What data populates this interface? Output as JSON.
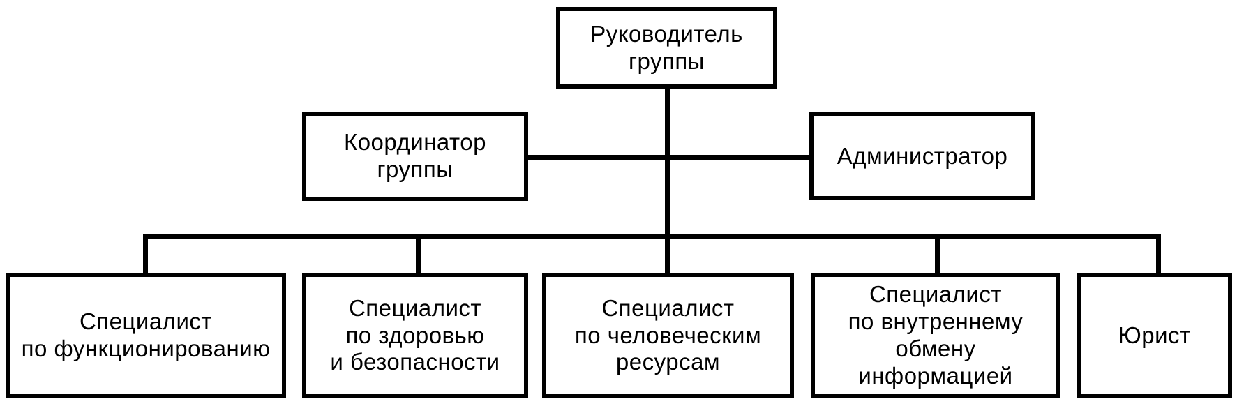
{
  "diagram": {
    "type": "org-chart",
    "colors": {
      "background": "#ffffff",
      "box_border": "#000000",
      "box_fill": "#ffffff",
      "line": "#000000",
      "text": "#000000"
    },
    "nodes": {
      "leader": {
        "label": "Руководитель\nгруппы"
      },
      "coordinator": {
        "label": "Координатор\nгруппы"
      },
      "administrator": {
        "label": "Администратор"
      },
      "specialists": [
        {
          "label": "Специалист\nпо функционированию"
        },
        {
          "label": "Специалист\nпо здоровью\nи безопасности"
        },
        {
          "label": "Специалист\nпо человеческим\nресурсам"
        },
        {
          "label": "Специалист\nпо внутреннему\nобмену\nинформацией"
        },
        {
          "label": "Юрист"
        }
      ]
    },
    "connections": [
      "leader - coordinator",
      "leader - administrator",
      "leader - specialists.0",
      "leader - specialists.1",
      "leader - specialists.2",
      "leader - specialists.3",
      "leader - specialists.4"
    ]
  }
}
